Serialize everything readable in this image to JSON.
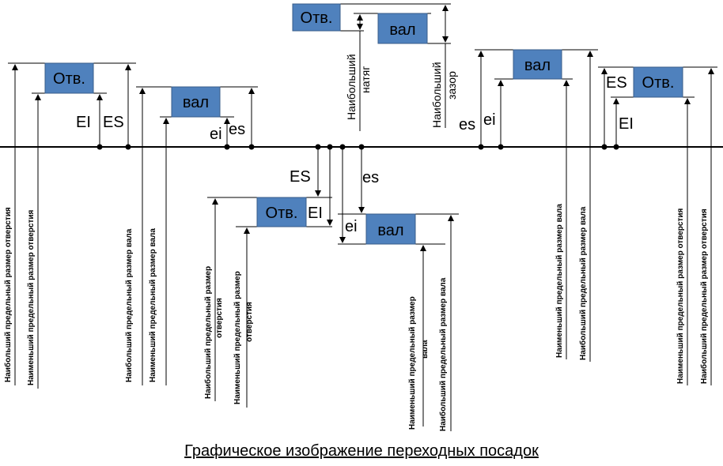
{
  "labels": {
    "hole": "Отв.",
    "shaft": "вал",
    "ES": "ES",
    "EI": "EI",
    "es": "es",
    "ei": "ei",
    "max_hole_size": "Наибольший  предельный размер отверстия",
    "min_hole_size": "Наименьший предельный размер отверстия",
    "max_shaft_size": "Наибольший  предельный размер вала",
    "min_shaft_size": "Наименьший  предельный размер вала",
    "max_hole_size_l1": "Наибольший  предельный размер",
    "max_hole_size_l2": "отверстия",
    "min_hole_size_l1": "Наименьший предельный размер",
    "min_hole_size_l2": "отверстия",
    "min_shaft_size_l1": "Наименьший  предельный размер",
    "min_shaft_size_l2": "вала",
    "max_interference_l1": "Наибольший",
    "max_interference_l2": "натяг",
    "max_clearance_l1": "Наибольший",
    "max_clearance_l2": "зазор"
  },
  "caption": "Графическое изображение переходных  посадок",
  "colors": {
    "box_fill": "#4f81bd",
    "box_stroke": "#385d8a",
    "line": "#000000"
  }
}
